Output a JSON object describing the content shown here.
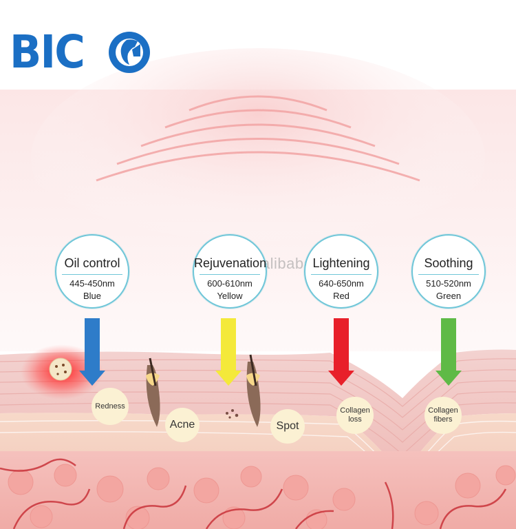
{
  "brand": {
    "logo_text": "BIC"
  },
  "watermark": "mplus.en.alibaba.com",
  "badges": [
    {
      "title": "Oil control",
      "range": "445-450nm",
      "color_name": "Blue",
      "arrow_color": "#2e7cc9"
    },
    {
      "title": "Rejuvenation",
      "range": "600-610nm",
      "color_name": "Yellow",
      "arrow_color": "#f4e93a"
    },
    {
      "title": "Lightening",
      "range": "640-650nm",
      "color_name": "Red",
      "arrow_color": "#e8202a"
    },
    {
      "title": "Soothing",
      "range": "510-520nm",
      "color_name": "Green",
      "arrow_color": "#5fba46"
    }
  ],
  "labels": {
    "redness": "Redness",
    "acne": "Acne",
    "spot": "Spot",
    "collagen_loss": "Collagen loss",
    "collagen_fibers": "Collagen fibers"
  },
  "colors": {
    "logo": "#1b6fc4",
    "badge_border": "#6fc6d8",
    "skin": "#f3c6c2",
    "label_bg": "#fbf1d3"
  }
}
